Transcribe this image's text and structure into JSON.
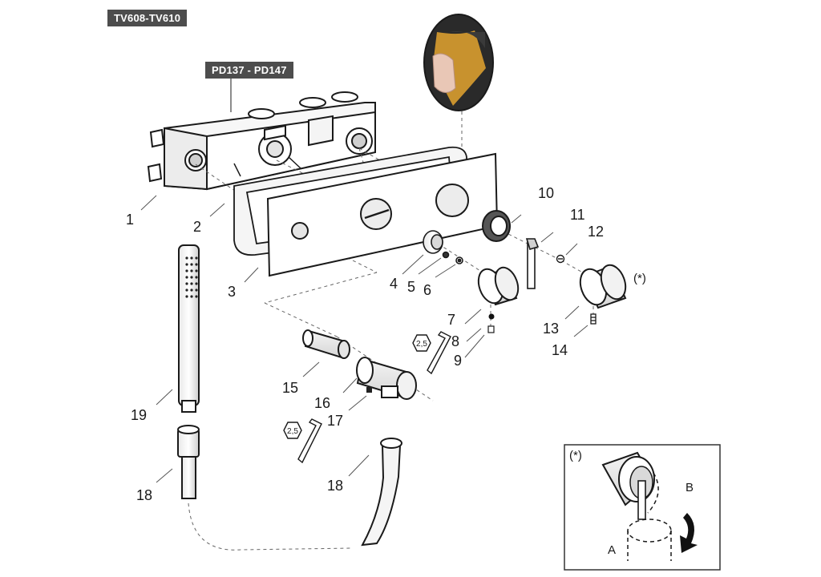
{
  "header": {
    "model_range": "TV608-TV610",
    "box_code": "PD137 - PD147"
  },
  "parts": [
    {
      "id": "p1",
      "label": "1"
    },
    {
      "id": "p2",
      "label": "2"
    },
    {
      "id": "p3",
      "label": "3"
    },
    {
      "id": "p4",
      "label": "4"
    },
    {
      "id": "p5",
      "label": "5"
    },
    {
      "id": "p6",
      "label": "6"
    },
    {
      "id": "p7",
      "label": "7"
    },
    {
      "id": "p8",
      "label": "8"
    },
    {
      "id": "p9",
      "label": "9"
    },
    {
      "id": "p10",
      "label": "10"
    },
    {
      "id": "p11",
      "label": "11"
    },
    {
      "id": "p12",
      "label": "12"
    },
    {
      "id": "p13",
      "label": "13"
    },
    {
      "id": "p14",
      "label": "14"
    },
    {
      "id": "p15",
      "label": "15"
    },
    {
      "id": "p16",
      "label": "16"
    },
    {
      "id": "p17",
      "label": "17"
    },
    {
      "id": "p18a",
      "label": "18"
    },
    {
      "id": "p18b",
      "label": "18"
    },
    {
      "id": "p19",
      "label": "19"
    }
  ],
  "footnote": {
    "marker": "(*)"
  },
  "hex_key": {
    "size": "2,5"
  },
  "detail": {
    "marker": "(*)",
    "label_a": "A",
    "label_b": "B"
  }
}
